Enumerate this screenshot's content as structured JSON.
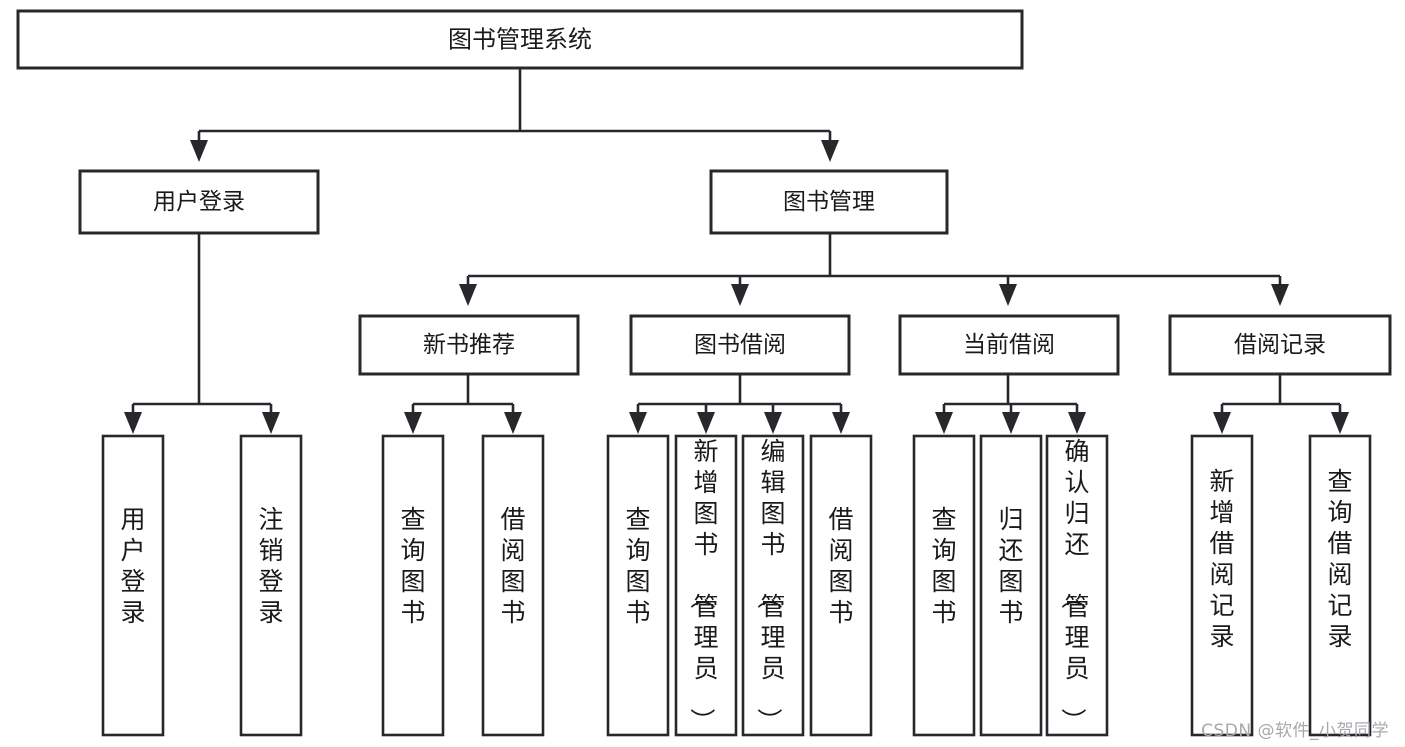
{
  "diagram": {
    "type": "tree-hierarchy",
    "title": "图书管理系统",
    "watermark": "CSDN @软件_小贺同学",
    "colors": {
      "stroke": "#26282c",
      "fill": "#ffffff",
      "text": "#1a1a1a",
      "watermark": "#a7a9ac"
    },
    "levels": {
      "root": {
        "label": "图书管理系统"
      },
      "level2": [
        {
          "label": "用户登录"
        },
        {
          "label": "图书管理"
        }
      ],
      "level3": [
        {
          "label": "新书推荐"
        },
        {
          "label": "图书借阅"
        },
        {
          "label": "当前借阅"
        },
        {
          "label": "借阅记录"
        }
      ]
    },
    "leaves": {
      "user_login": [
        {
          "label": "用户登录"
        },
        {
          "label": "注销登录"
        }
      ],
      "new_book": [
        {
          "label": "查询图书"
        },
        {
          "label": "借阅图书"
        }
      ],
      "book_borrow": [
        {
          "label": "查询图书"
        },
        {
          "label": "新增图书（管理员）"
        },
        {
          "label": "编辑图书（管理员）"
        },
        {
          "label": "借阅图书"
        }
      ],
      "current_borrow": [
        {
          "label": "查询图书"
        },
        {
          "label": "归还图书"
        },
        {
          "label": "确认归还（管理员）"
        }
      ],
      "borrow_record": [
        {
          "label": "新增借阅记录"
        },
        {
          "label": "查询借阅记录"
        }
      ]
    }
  }
}
